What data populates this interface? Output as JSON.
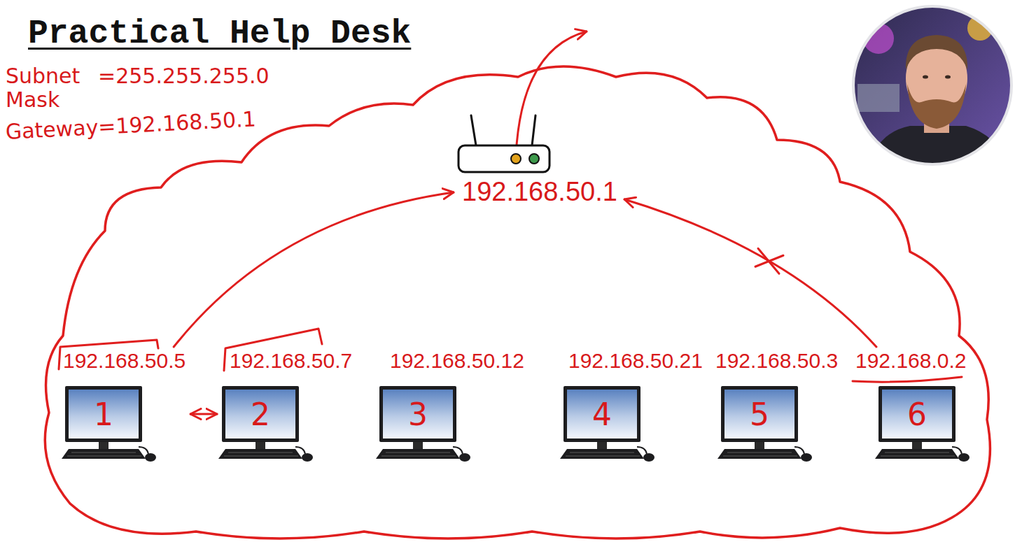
{
  "diagram": {
    "title": "Practical Help Desk",
    "nodes": [
      {
        "text": [
          "192.168.50.1"
        ]
      },
      {
        "text": [
          "192.168.50.5",
          "1"
        ]
      },
      {
        "text": [
          "192.168.50.7",
          "2"
        ]
      },
      {
        "text": [
          "192.168.50.12",
          "3"
        ]
      },
      {
        "text": [
          "192.168.50.21",
          "4"
        ]
      },
      {
        "text": [
          "192.168.50.3",
          "5"
        ]
      },
      {
        "text": [
          "192.168.0.2",
          "6"
        ]
      }
    ],
    "edges": [
      {
        "from": 1,
        "to": 2,
        "arrow": "both"
      },
      {
        "from": 1,
        "to": 0,
        "arrow": "to"
      },
      {
        "from": 6,
        "to": 0,
        "arrow": "to"
      }
    ],
    "labels": [
      "Subnet Mask",
      "=255.255.255.0",
      "Gateway=192.168.50.1"
    ]
  }
}
